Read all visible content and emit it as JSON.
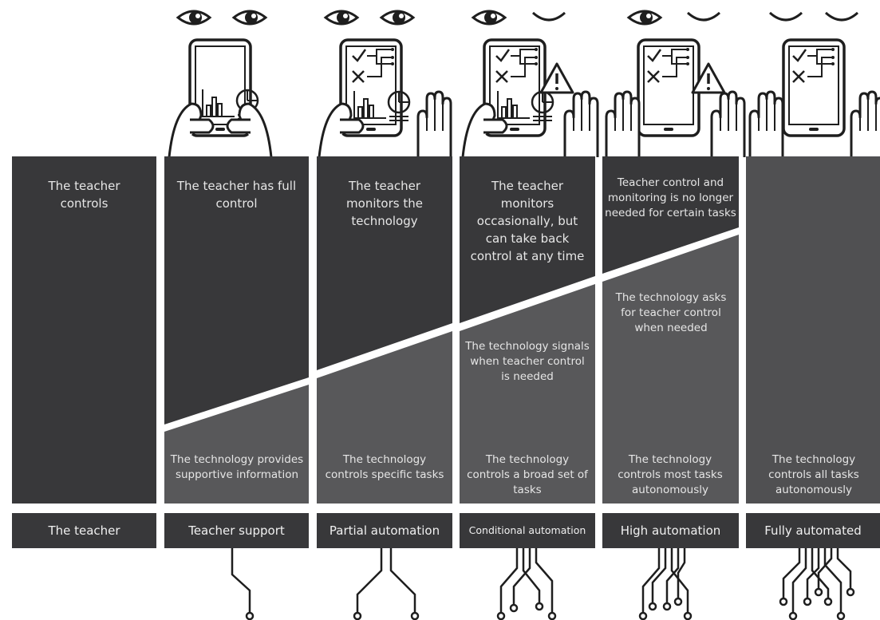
{
  "columns": [
    {
      "footer": "The teacher",
      "teacher_text": "The teacher controls",
      "technology_text": "",
      "eyes": [
        "open",
        "open"
      ]
    },
    {
      "footer": "Teacher support",
      "teacher_text": "The teacher has full control",
      "technology_text": "The technology provides supportive information",
      "eyes": [
        "open",
        "open"
      ]
    },
    {
      "footer": "Partial automation",
      "teacher_text": "The teacher monitors the technology",
      "technology_text": "The technology controls specific tasks",
      "eyes": [
        "open",
        "open"
      ]
    },
    {
      "footer": "Conditional automation",
      "teacher_text": "The teacher monitors occasionally, but can take back control at any time",
      "technology_text": "The technology controls a broad set of tasks",
      "signal_text": "The technology signals when teacher control is needed",
      "eyes": [
        "open",
        "closed"
      ]
    },
    {
      "footer": "High automation",
      "teacher_text": "Teacher control and monitoring is no longer needed for certain tasks",
      "technology_text": "The technology controls most tasks autonomously",
      "signal_text": "The technology asks for teacher control when needed",
      "eyes": [
        "open",
        "closed"
      ]
    },
    {
      "footer": "Fully automated",
      "teacher_text": "",
      "technology_text": "The technology controls all tasks autonomously",
      "eyes": [
        "closed",
        "closed"
      ]
    }
  ],
  "colors": {
    "teacher_dark": "#38383a",
    "technology_mid": "#58585a",
    "automated_panel": "#505052",
    "line_art": "#1e1e1e",
    "text": "#e6e6e6"
  }
}
